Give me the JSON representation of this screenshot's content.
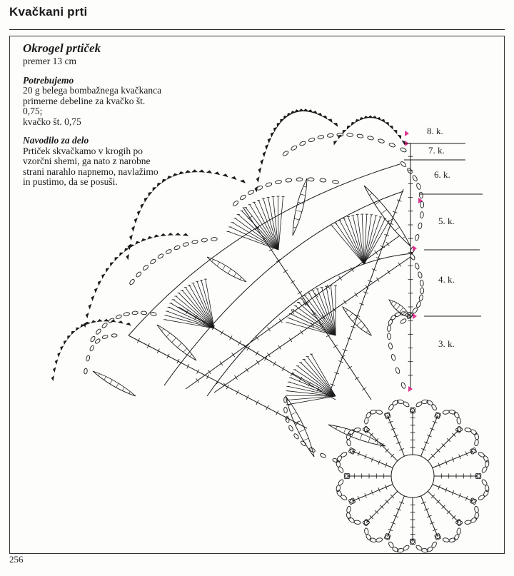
{
  "header": {
    "section_title": "Kvačkani prti"
  },
  "pattern": {
    "title": "Okrogel prtiček",
    "size": "premer 13 cm",
    "materials_heading": "Potrebujemo",
    "materials_lines": [
      "20 g belega bombažnega kvačkanca",
      "primerne debeline za kvačko št.",
      "0,75;",
      "kvačko št. 0,75"
    ],
    "instructions_heading": "Navodilo za delo",
    "instructions_lines": [
      "Prtiček skvačkamo v krogih po",
      "vzorčni shemi, ga nato z narobne",
      "strani narahlo napnemo, navlažimo",
      "in pustimo, da se posuši."
    ]
  },
  "diagram": {
    "round_labels": [
      "8. k.",
      "7. k.",
      "6. k.",
      "5. k.",
      "4. k.",
      "3. k."
    ],
    "marker_color": "#e0338f",
    "ink_color": "#1a1a1a"
  },
  "footer": {
    "page_number": "256"
  }
}
